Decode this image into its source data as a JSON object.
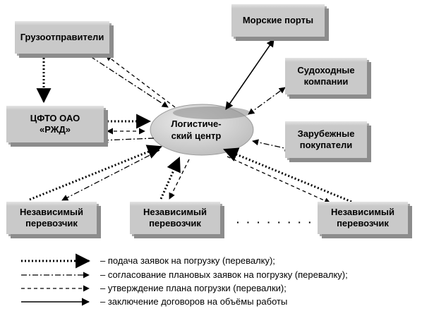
{
  "nodes": {
    "shippers": "Грузоотправители",
    "sea_ports": "Морские порты",
    "cfto": "ЦФТО ОАО\n«РЖД»",
    "logistics_center": "Логистиче-\nский центр",
    "shipping_companies": "Судоходные\nкомпании",
    "foreign_buyers": "Зарубежные\nпокупатели",
    "carrier_1": "Независимый\nперевозчик",
    "carrier_2": "Независимый\nперевозчик",
    "carrier_3": "Независимый\nперевозчик",
    "ellipsis": "· · · · · · · ·"
  },
  "legend": [
    {
      "style": "dotted",
      "text": "–  подача заявок на погрузку (перевалку);"
    },
    {
      "style": "dash-dot",
      "text": "–  согласование плановых заявок на погрузку (перевалку);"
    },
    {
      "style": "dashed",
      "text": "– утверждение плана погрузки (перевалки);"
    },
    {
      "style": "solid",
      "text": "–  заключение договоров на объёмы работы"
    }
  ],
  "colors": {
    "box_fill": "#c9c9c9",
    "box_shadow": "#8c8c8c",
    "ellipse_fill": "#d4d4d4",
    "line": "#000000"
  }
}
